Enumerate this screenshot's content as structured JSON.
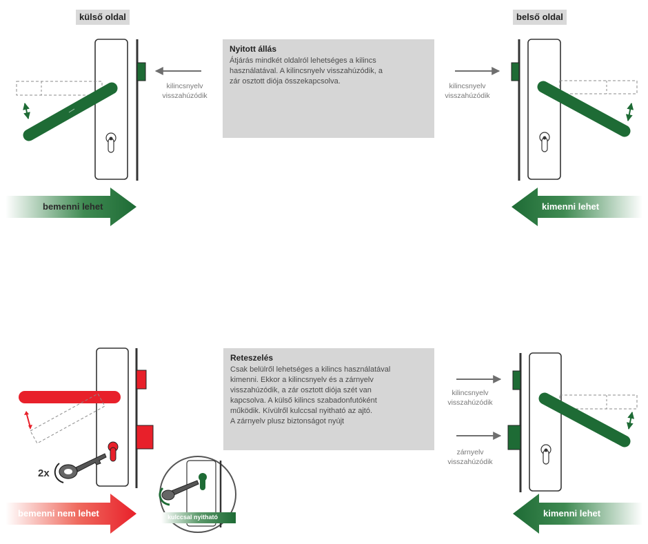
{
  "labels": {
    "outside": "külső oldal",
    "inside": "belső oldal"
  },
  "open_state": {
    "title": "Nyitott állás",
    "lines": [
      "Átjárás mindkét oldalról lehetséges a kilincs",
      "használatával. A kilincsnyelv visszahúzódik, a",
      "zár osztott diója összekapcsolva."
    ],
    "latch_note": [
      "kilincsnyelv",
      "visszahúzódik"
    ],
    "enter_label": "bemenni lehet",
    "exit_label": "kimenni lehet"
  },
  "locked_state": {
    "title": "Reteszelés",
    "lines": [
      "Csak belülről lehetséges a kilincs használatával",
      "kimenni. Ekkor a kilincsnyelv és a zárnyelv",
      "visszahúzódik, a zár osztott diója szét van",
      "kapcsolva. A külső kilincs szabadonfutóként",
      "működik. Kívülről kulccsal nyitható az ajtó.",
      "A zárnyelv plusz biztonságot nyújt"
    ],
    "latch_note": [
      "kilincsnyelv",
      "visszahúzódik"
    ],
    "bolt_note": [
      "zárnyelv",
      "visszahúzódik"
    ],
    "key_turns": "2x",
    "key_badge": "kulccsal nyitható",
    "enter_label": "bemenni nem lehet",
    "exit_label": "kimenni lehet"
  },
  "colors": {
    "handle_green": "#1e6b35",
    "handle_red": "#e8202a",
    "box_gray": "#d6d6d6",
    "arrow_gray": "#6e6e6e",
    "frame_dark": "#333333"
  }
}
